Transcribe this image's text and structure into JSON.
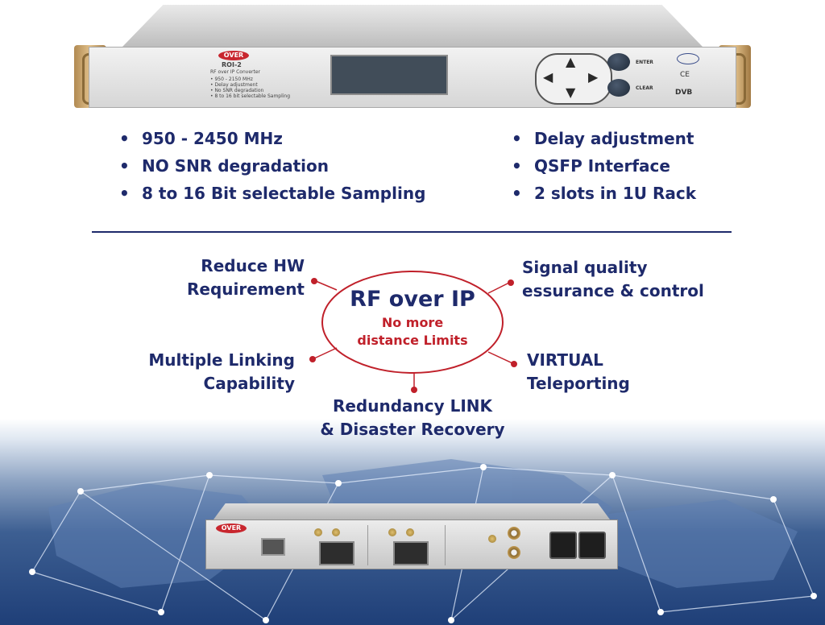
{
  "front_unit": {
    "logo_text": "OVER",
    "model": "ROI-2",
    "subtitle": "RF over IP Converter",
    "spec_lines": "• 950 - 2150 MHz\n• Delay adjustment\n• No SNR degradation\n• 8 to 16 bit selectable Sampling",
    "enter_label": "ENTER",
    "clear_label": "CLEAR",
    "ce_mark": "CE",
    "dvb_label": "DVB"
  },
  "features": {
    "left": [
      "950 - 2450 MHz",
      "NO SNR degradation",
      "8 to 16 Bit selectable Sampling"
    ],
    "right": [
      "Delay adjustment",
      "QSFP Interface",
      "2 slots in 1U Rack"
    ]
  },
  "diagram": {
    "center_title": "RF over IP",
    "center_subtitle_1": "No more",
    "center_subtitle_2": "distance Limits",
    "benefits": {
      "reduce_hw": [
        "Reduce HW",
        "Requirement"
      ],
      "signal_quality": [
        "Signal quality",
        "essurance & control"
      ],
      "multiple_linking": [
        "Multiple Linking",
        "Capability"
      ],
      "virtual_teleporting": [
        "VIRTUAL",
        "Teleporting"
      ],
      "redundancy": [
        "Redundancy LINK",
        "& Disaster Recovery"
      ]
    }
  },
  "rear_unit": {
    "logo_text": "OVER"
  },
  "colors": {
    "navy": "#1e2a6b",
    "red": "#c0202a",
    "connector_node": "#c0202a"
  }
}
